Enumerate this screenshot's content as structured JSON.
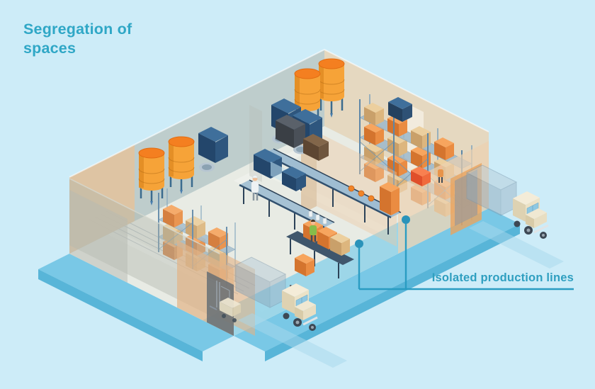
{
  "title": {
    "line1": "Segregation of",
    "line2": "spaces"
  },
  "callout": {
    "label": "Isolated production lines"
  },
  "colors": {
    "background": "#cdecf8",
    "top_strip": "#fbfdfe",
    "title_text": "#2fa7c6",
    "callout_line": "#2a9cc2",
    "dock_blue": "#79c8e6",
    "dock_edge": "#58b5d8",
    "inner_lane": "#8fd2e9",
    "floor": "#e9ebe3",
    "wall_gray": "#b5bab2",
    "wall_tan": "#ecd2b0",
    "silo_orange": "#f6a338",
    "silo_top": "#f47f20",
    "machine_navy": "#2b4a70",
    "rack_steel": "#5d87a8",
    "crate_orange": "#ea8c42",
    "truck_cream": "#ece2c6",
    "worker_green": "#86bd4a"
  },
  "scene": {
    "objects": [
      "loading-dock",
      "factory-floor",
      "back-walls",
      "interior-partition-walls",
      "storage-silos-left",
      "storage-silos-center",
      "mixing-machines",
      "left-pallet-rack",
      "right-pallet-rack",
      "conveyor-line-upper",
      "conveyor-line-lower",
      "packing-table",
      "workers",
      "forklift",
      "truck-bottom-dock",
      "truck-right-dock"
    ]
  }
}
